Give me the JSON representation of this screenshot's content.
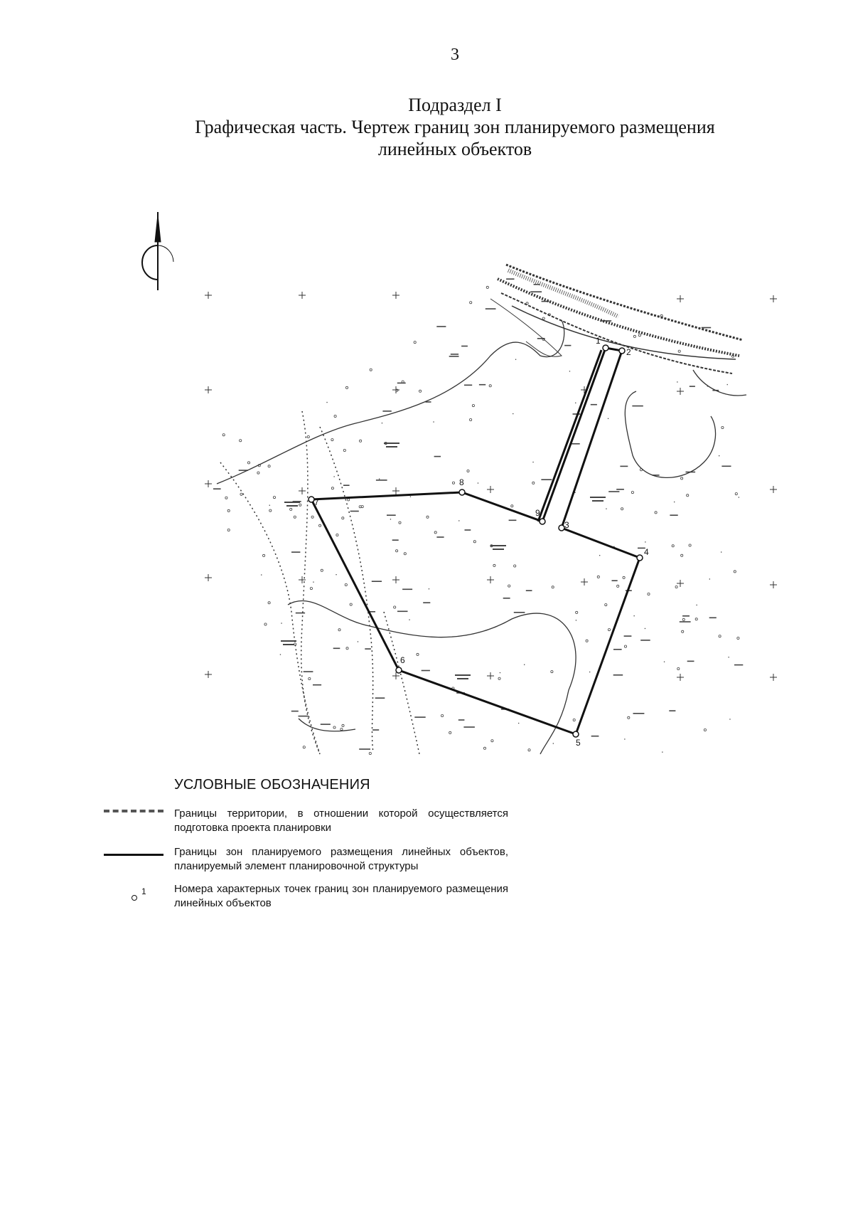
{
  "page": {
    "number": "3",
    "title_lines": [
      "Подраздел I",
      "Графическая часть. Чертеж границ зон планируемого размещения",
      "линейных объектов"
    ]
  },
  "map": {
    "north_arrow": "north-arrow-icon",
    "points": [
      {
        "label": "1"
      },
      {
        "label": "2"
      },
      {
        "label": "3"
      },
      {
        "label": "4"
      },
      {
        "label": "5"
      },
      {
        "label": "6"
      },
      {
        "label": "7"
      },
      {
        "label": "8"
      },
      {
        "label": "9"
      }
    ],
    "boundary_color": "#111111"
  },
  "legend": {
    "title": "УСЛОВНЫЕ ОБОЗНАЧЕНИЯ",
    "items": [
      {
        "symbol": "dashed-line",
        "text": "Границы территории, в отношении которой осуществляется подготовка проекта планировки"
      },
      {
        "symbol": "solid-line",
        "text": "Границы зон планируемого размещения линейных объектов, планируемый элемент планировочной структуры"
      },
      {
        "symbol": "point",
        "number": "1",
        "text": "Номера характерных точек границ зон планируемого размещения линейных объектов"
      }
    ]
  }
}
